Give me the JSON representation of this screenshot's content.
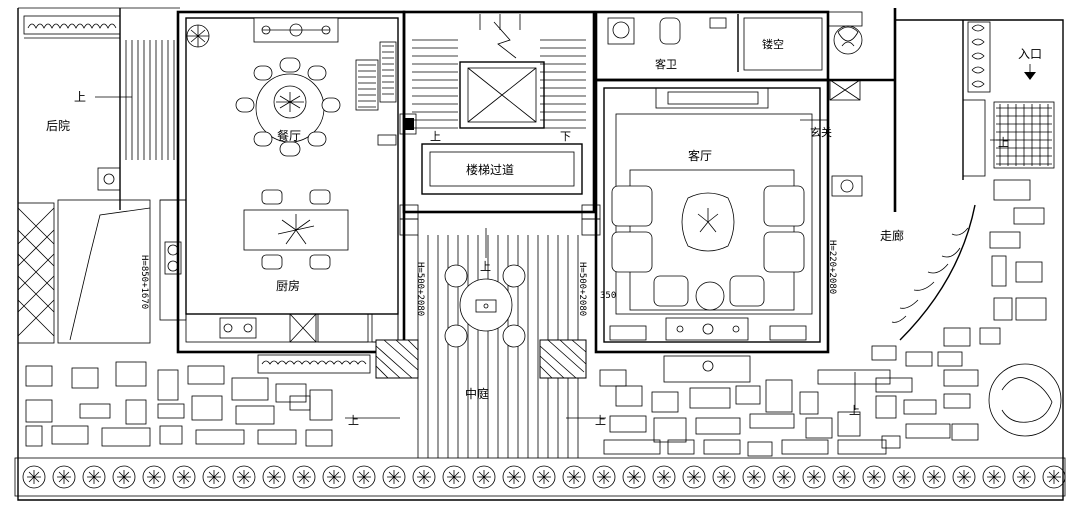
{
  "rooms": {
    "backyard": "后院",
    "dining": "餐厅",
    "kitchen": "厨房",
    "stair_passage": "楼梯过道",
    "guest_bath": "客卫",
    "void": "镂空",
    "living": "客厅",
    "foyer": "玄关",
    "corridor": "走廊",
    "courtyard": "中庭",
    "entrance": "入口"
  },
  "markers": {
    "up": "上",
    "down": "下"
  },
  "dimensions": {
    "kitchen_window": "H=850+1670",
    "courtyard_left_window": "H=500+2080",
    "courtyard_right_window": "H=500+2080",
    "living_gap": "350",
    "corridor_window": "H=220+2080"
  }
}
